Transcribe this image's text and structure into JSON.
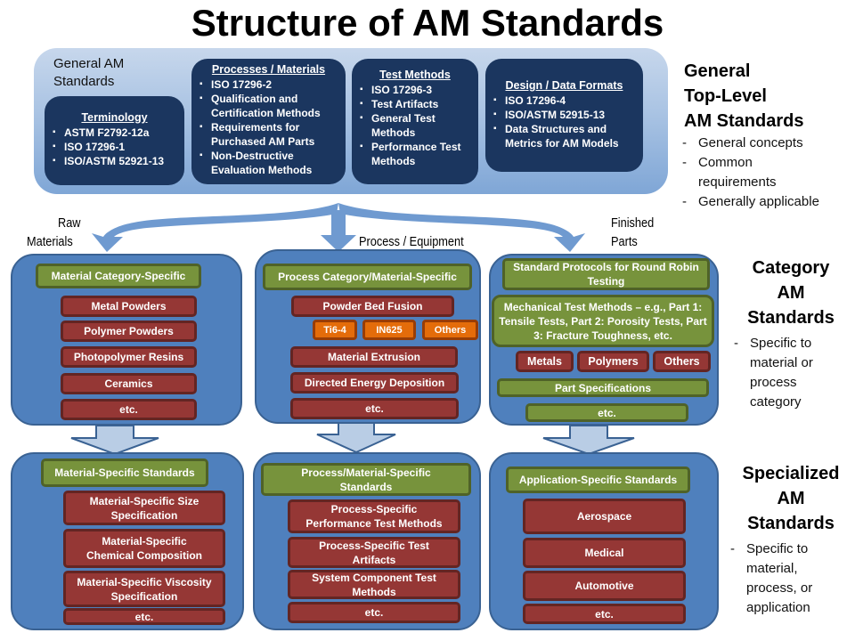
{
  "title": "Structure of AM Standards",
  "colors": {
    "panel_blue": "#4f80bd",
    "navy": "#1b365f",
    "green": "#77933c",
    "red": "#953735",
    "orange": "#e46c0a",
    "arrow_light": "#b9cde5",
    "arrow_blue": "#6f9ad0"
  },
  "general": {
    "label": "General AM Standards",
    "boxes": [
      {
        "heading": "Terminology",
        "items": [
          "ASTM  F2792-12a",
          "ISO 17296-1",
          "ISO/ASTM 52921-13"
        ]
      },
      {
        "heading": "Processes / Materials",
        "items": [
          "ISO 17296-2",
          "Qualification and Certification Methods",
          "Requirements for Purchased AM Parts",
          "Non-Destructive Evaluation Methods"
        ]
      },
      {
        "heading": "Test Methods",
        "items": [
          "ISO 17296-3",
          "Test Artifacts",
          "General Test Methods",
          "Performance Test Methods"
        ]
      },
      {
        "heading": "Design / Data Formats",
        "items": [
          "ISO 17296-4",
          "ISO/ASTM 52915-13",
          "Data Structures and Metrics for AM Models"
        ]
      }
    ]
  },
  "flow_labels": {
    "left_line1": "Raw",
    "left_line2": "Materials",
    "center": "Process / Equipment",
    "right_line1": "Finished",
    "right_line2": "Parts"
  },
  "side": {
    "top": {
      "heading_lines": [
        "General",
        "Top-Level",
        "AM Standards"
      ],
      "bullets": [
        "General concepts",
        "Common requirements",
        "Generally applicable"
      ]
    },
    "middle": {
      "heading_lines": [
        "Category",
        "AM",
        "Standards"
      ],
      "bullets": [
        "Specific to material or process category"
      ]
    },
    "bottom": {
      "heading_lines": [
        "Specialized",
        "AM",
        "Standards"
      ],
      "bullets": [
        "Specific to material, process, or application"
      ]
    }
  },
  "category": {
    "materials": {
      "header": "Material Category-Specific",
      "items": [
        "Metal Powders",
        "Polymer Powders",
        "Photopolymer Resins",
        "Ceramics",
        "etc."
      ]
    },
    "process": {
      "header": "Process Category/Material-Specific",
      "items": [
        "Powder Bed Fusion",
        "Material Extrusion",
        "Directed Energy Deposition",
        "etc."
      ],
      "sub_items": [
        "Ti6-4",
        "IN625",
        "Others"
      ]
    },
    "parts": {
      "header": "Standard Protocols for Round Robin Testing",
      "mechanical": "Mechanical Test Methods – e.g., Part 1: Tensile Tests, Part 2: Porosity Tests, Part 3: Fracture Toughness, etc.",
      "sub_items": [
        "Metals",
        "Polymers",
        "Others"
      ],
      "part_specs": "Part Specifications",
      "etc": "etc."
    }
  },
  "specialized": {
    "materials": {
      "header": "Material-Specific Standards",
      "items": [
        "Material-Specific Size Specification",
        "Material-Specific Chemical Composition",
        "Material-Specific Viscosity Specification",
        "etc."
      ]
    },
    "process": {
      "header": "Process/Material-Specific Standards",
      "items": [
        "Process-Specific Performance Test Methods",
        "Process-Specific Test Artifacts",
        "System Component Test Methods",
        "etc."
      ]
    },
    "application": {
      "header": "Application-Specific Standards",
      "items": [
        "Aerospace",
        "Medical",
        "Automotive",
        "etc."
      ]
    }
  }
}
